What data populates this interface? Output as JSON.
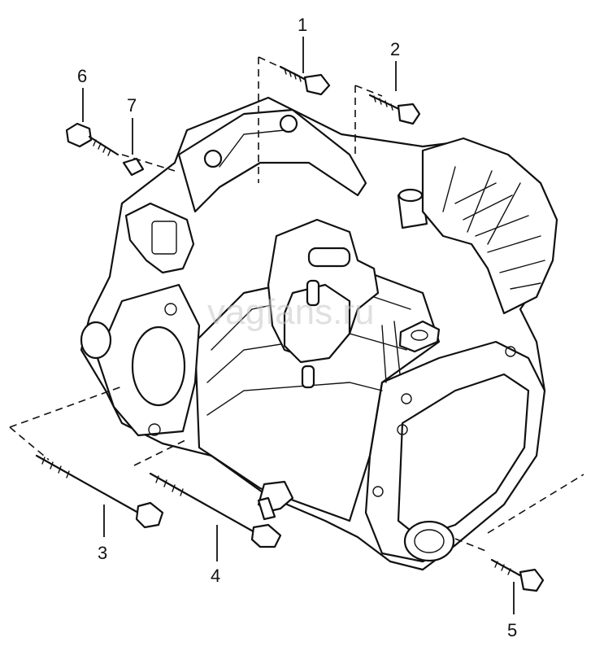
{
  "watermark": "vagfans.ru",
  "callouts": {
    "c1": "1",
    "c2": "2",
    "c3": "3",
    "c4": "4",
    "c5": "5",
    "c6": "6",
    "c7": "7"
  }
}
